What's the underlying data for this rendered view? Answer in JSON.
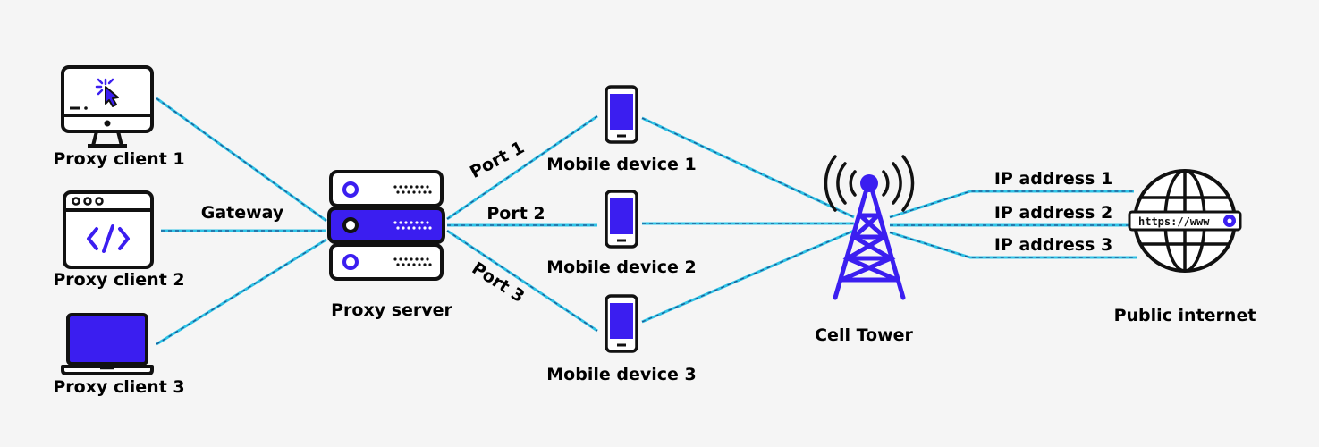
{
  "colors": {
    "accent": "#3b1ef0",
    "link": "#2ec3e6",
    "link_dash": "#1f4e8c",
    "outline": "#111111",
    "background": "#f5f5f5"
  },
  "clients": [
    {
      "label": "Proxy client 1",
      "icon": "monitor-cursor-icon"
    },
    {
      "label": "Proxy client 2",
      "icon": "code-window-icon"
    },
    {
      "label": "Proxy client 3",
      "icon": "laptop-icon"
    }
  ],
  "gateway_label": "Gateway",
  "proxy_server": {
    "label": "Proxy server",
    "icon": "server-rack-icon"
  },
  "ports": [
    "Port 1",
    "Port 2",
    "Port 3"
  ],
  "mobile_devices": [
    {
      "label": "Mobile device 1",
      "icon": "smartphone-icon"
    },
    {
      "label": "Mobile device 2",
      "icon": "smartphone-icon"
    },
    {
      "label": "Mobile device 3",
      "icon": "smartphone-icon"
    }
  ],
  "cell_tower": {
    "label": "Cell Tower",
    "icon": "cell-tower-icon"
  },
  "ip_addresses": [
    "IP address 1",
    "IP address 2",
    "IP address 3"
  ],
  "internet": {
    "label": "Public internet",
    "icon": "globe-icon",
    "url_text": "https://www"
  }
}
